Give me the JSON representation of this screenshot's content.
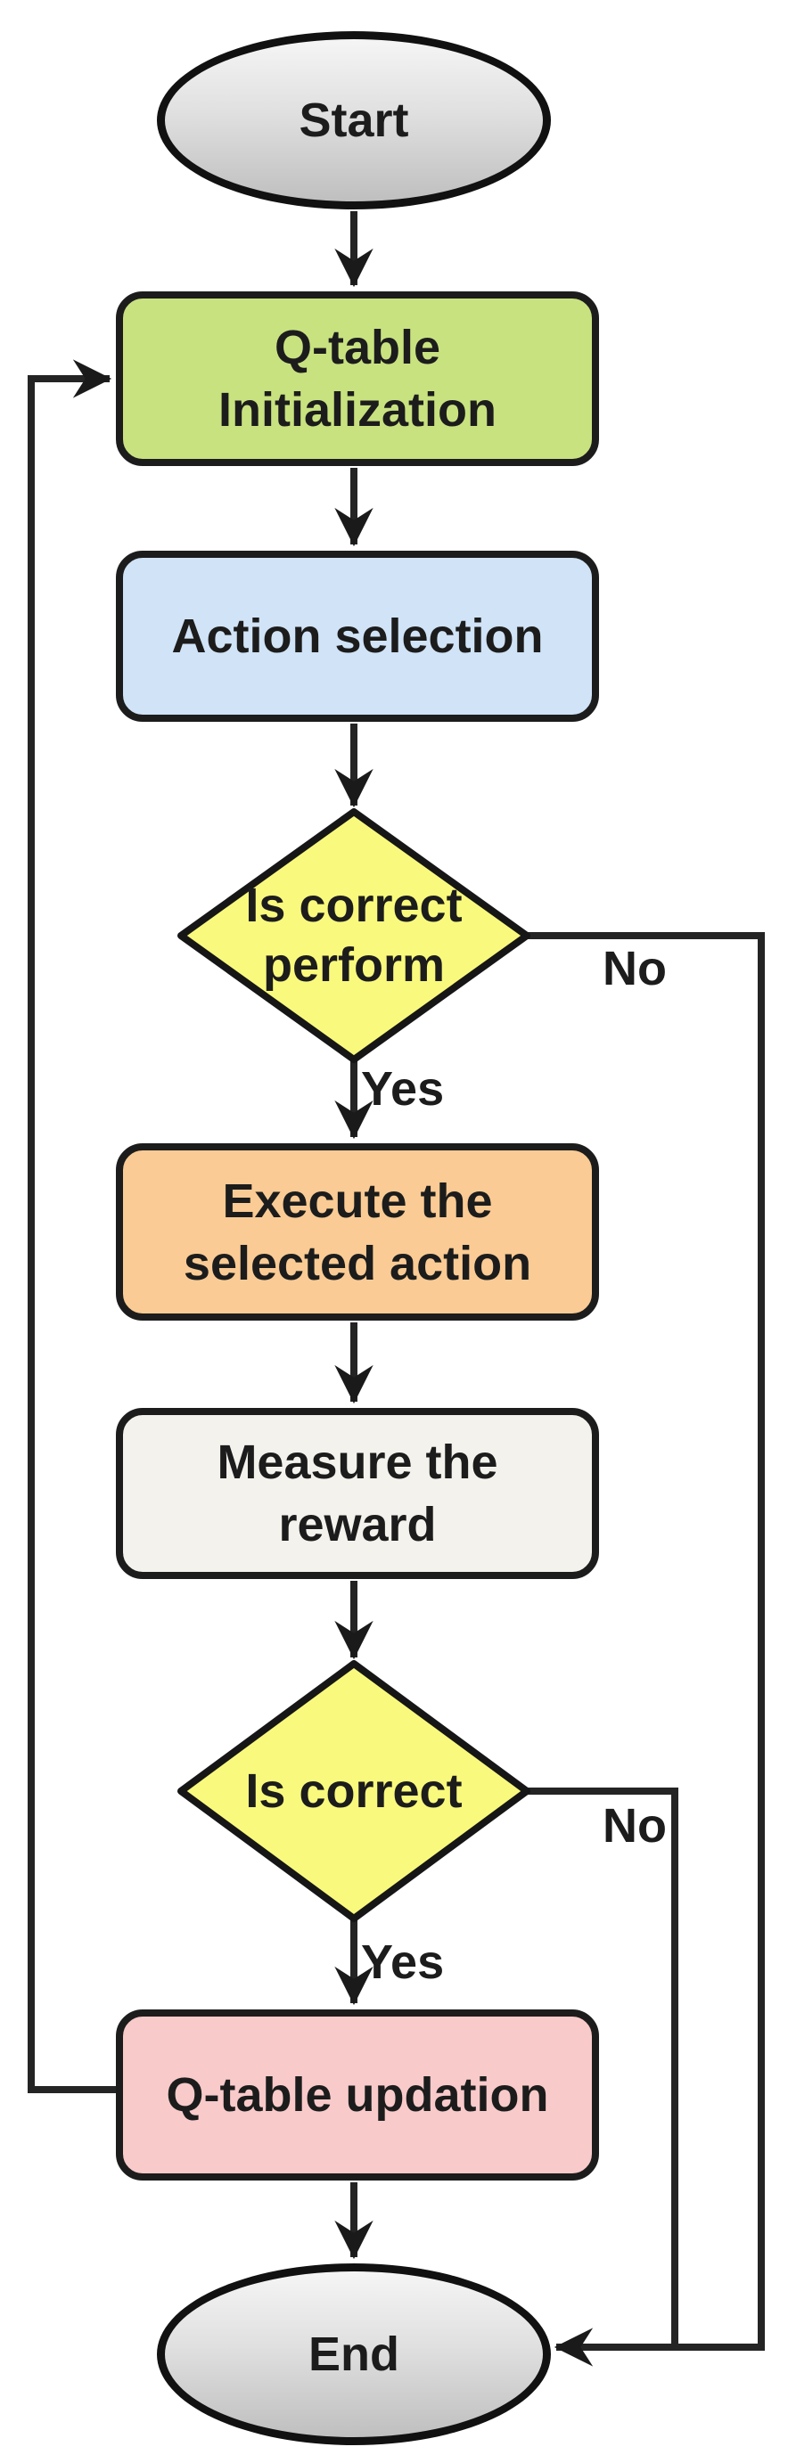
{
  "diagram": {
    "type": "flowchart",
    "nodes": {
      "start": {
        "shape": "terminator",
        "lines": [
          "Start"
        ]
      },
      "qtable_init": {
        "shape": "process",
        "lines": [
          "Q-table",
          "Initialization"
        ],
        "fill_key": "green"
      },
      "action_selection": {
        "shape": "process",
        "lines": [
          "Action selection"
        ],
        "fill_key": "blue"
      },
      "is_correct_perform": {
        "shape": "decision",
        "lines": [
          "Is correct",
          "perform"
        ],
        "fill_key": "yellow"
      },
      "execute_action": {
        "shape": "process",
        "lines": [
          "Execute the",
          "selected action"
        ],
        "fill_key": "orange"
      },
      "measure_reward": {
        "shape": "process",
        "lines": [
          "Measure the",
          "reward"
        ],
        "fill_key": "offwhite"
      },
      "is_correct": {
        "shape": "decision",
        "lines": [
          "Is correct"
        ],
        "fill_key": "yellow"
      },
      "qtable_updation": {
        "shape": "process",
        "lines": [
          "Q-table updation"
        ],
        "fill_key": "pink"
      },
      "end": {
        "shape": "terminator",
        "lines": [
          "End"
        ]
      }
    },
    "edge_labels": {
      "yes1": "Yes",
      "no1": "No",
      "yes2": "Yes",
      "no2": "No"
    },
    "colors": {
      "green": "#C8E280",
      "blue": "#D0E3F7",
      "yellow": "#F9F97D",
      "orange": "#FACB94",
      "offwhite": "#F3F2EC",
      "pink": "#F9CACA",
      "terminator_top": "#F5F5F5",
      "terminator_bottom": "#BFBFBF",
      "border": "#1C1C1C",
      "connector": "#242424",
      "text": "#1C1C1C"
    }
  }
}
